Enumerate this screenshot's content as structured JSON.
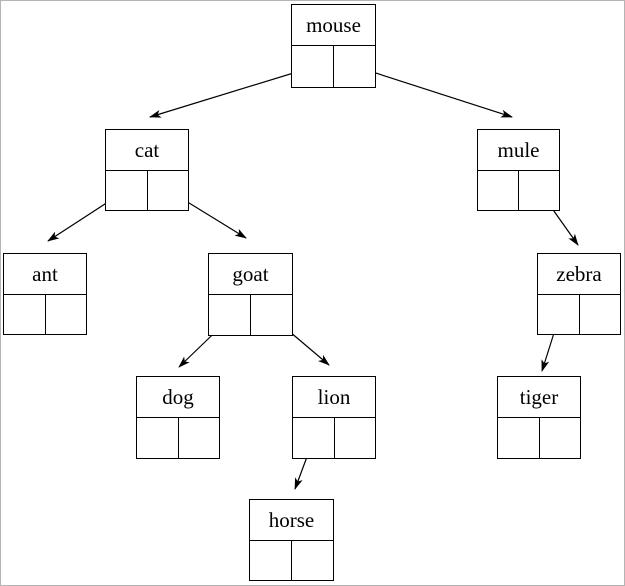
{
  "figure": {
    "kind": "binary-search-tree-diagram",
    "line_color": "#000000",
    "node_fill": "#ffffff",
    "canvas_border_color": "#b4b4b4"
  },
  "nodes": [
    {
      "id": "mouse",
      "label": "mouse",
      "left_child": "cat",
      "right_child": "mule"
    },
    {
      "id": "cat",
      "label": "cat",
      "left_child": "ant",
      "right_child": "goat"
    },
    {
      "id": "mule",
      "label": "mule",
      "left_child": null,
      "right_child": "zebra"
    },
    {
      "id": "ant",
      "label": "ant",
      "left_child": null,
      "right_child": null
    },
    {
      "id": "goat",
      "label": "goat",
      "left_child": "dog",
      "right_child": "lion"
    },
    {
      "id": "zebra",
      "label": "zebra",
      "left_child": "tiger",
      "right_child": null
    },
    {
      "id": "dog",
      "label": "dog",
      "left_child": null,
      "right_child": null
    },
    {
      "id": "lion",
      "label": "lion",
      "left_child": "horse",
      "right_child": null
    },
    {
      "id": "tiger",
      "label": "tiger",
      "left_child": null,
      "right_child": null
    },
    {
      "id": "horse",
      "label": "horse",
      "left_child": null,
      "right_child": null
    }
  ],
  "edges": [
    {
      "from": "mouse",
      "pointer": "left",
      "to": "cat"
    },
    {
      "from": "mouse",
      "pointer": "right",
      "to": "mule"
    },
    {
      "from": "cat",
      "pointer": "left",
      "to": "ant"
    },
    {
      "from": "cat",
      "pointer": "right",
      "to": "goat"
    },
    {
      "from": "mule",
      "pointer": "right",
      "to": "zebra"
    },
    {
      "from": "goat",
      "pointer": "left",
      "to": "dog"
    },
    {
      "from": "goat",
      "pointer": "right",
      "to": "lion"
    },
    {
      "from": "zebra",
      "pointer": "left",
      "to": "tiger"
    },
    {
      "from": "lion",
      "pointer": "left",
      "to": "horse"
    }
  ]
}
